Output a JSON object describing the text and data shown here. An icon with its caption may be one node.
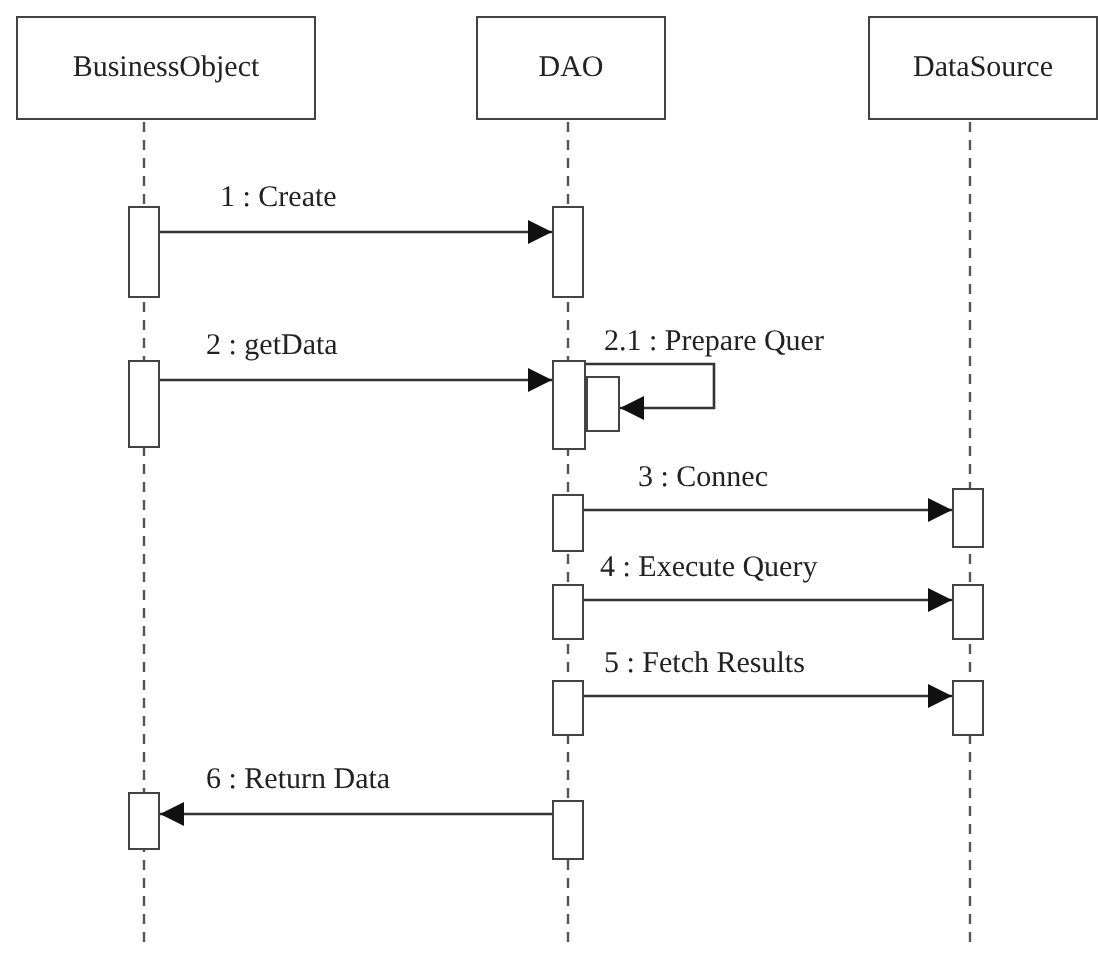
{
  "diagram": {
    "nodes": [
      {
        "text": [
          "BusinessObject"
        ]
      },
      {
        "text": [
          "DAO"
        ]
      },
      {
        "text": [
          "DataSource"
        ]
      },
      {
        "text": [],
        "shape": "box"
      },
      {
        "text": [],
        "shape": "box"
      },
      {
        "text": [],
        "shape": "box"
      },
      {
        "text": [],
        "shape": "box"
      },
      {
        "text": [],
        "shape": "box"
      },
      {
        "text": [],
        "shape": "box"
      },
      {
        "text": [],
        "shape": "box"
      },
      {
        "text": [],
        "shape": "box"
      },
      {
        "text": [],
        "shape": "box"
      },
      {
        "text": [],
        "shape": "box"
      },
      {
        "text": [],
        "shape": "box"
      },
      {
        "text": [],
        "shape": "box"
      },
      {
        "text": [],
        "shape": "box"
      }
    ],
    "edges": [
      {
        "from": 3,
        "to": 4,
        "arrow": "to",
        "label": "1 : Create"
      },
      {
        "from": 5,
        "to": 6,
        "arrow": "to",
        "label": "2 : getData"
      },
      {
        "from": 6,
        "to": 7,
        "arrow": "to",
        "label": "2.1 : Prepare Quer"
      },
      {
        "from": 8,
        "to": 9,
        "arrow": "to",
        "label": "3 : Connec"
      },
      {
        "from": 10,
        "to": 11,
        "arrow": "to",
        "label": "4 : Execute Query"
      },
      {
        "from": 12,
        "to": 13,
        "arrow": "to",
        "label": "5 : Fetch Results"
      },
      {
        "from": 15,
        "to": 14,
        "arrow": "to",
        "label": "6 : Return Data"
      }
    ]
  }
}
